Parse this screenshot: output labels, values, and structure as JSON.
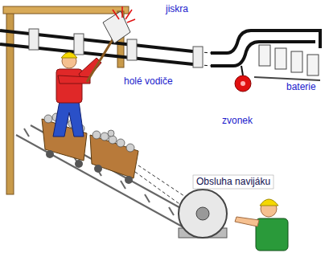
{
  "diagram": {
    "labels": [
      "jiskra",
      "holé vodiče",
      "zvonek",
      "baterie",
      "Obsluha navijáku"
    ]
  }
}
